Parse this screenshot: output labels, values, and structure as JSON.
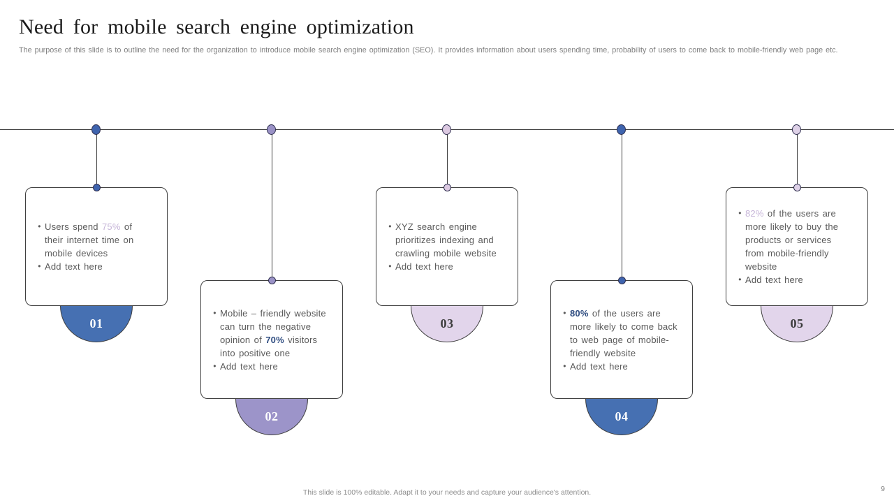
{
  "slide": {
    "title": "Need for mobile search engine optimization",
    "description": "The purpose of this slide is to outline the need for the organization to introduce mobile search engine optimization (SEO). It provides information about users spending time, probability of users to come back to mobile-friendly web page etc.",
    "footer_note": "This slide is 100% editable. Adapt it to your needs and capture your audience's attention.",
    "page_number": "9"
  },
  "colors": {
    "line": "#3f3f3f",
    "body_text": "#595959",
    "muted_text": "#7f7f7f",
    "accent_light_purple": "#c6b5d8",
    "accent_dark_blue": "#2e4c80",
    "blue": "#4670b2",
    "purple": "#9c94c9",
    "lavender": "#e2d5eb"
  },
  "cards": [
    {
      "number": "01",
      "fill": "#4670b2",
      "dot_color": "#3f64ae",
      "number_color": "#ffffff",
      "bullets": [
        {
          "segments": [
            {
              "text": "Users spend "
            },
            {
              "text": "75%"
            },
            {
              "text": " of their internet time on mobile devices"
            }
          ]
        },
        {
          "segments": [
            {
              "text": "Add text here"
            }
          ]
        }
      ]
    },
    {
      "number": "02",
      "fill": "#9c94c9",
      "dot_color": "#9a92c6",
      "number_color": "#ffffff",
      "bullets": [
        {
          "segments": [
            {
              "text": "Mobile – friendly website can turn the negative opinion of "
            },
            {
              "text": "70%"
            },
            {
              "text": " visitors into positive one"
            }
          ]
        },
        {
          "segments": [
            {
              "text": "Add text here"
            }
          ]
        }
      ]
    },
    {
      "number": "03",
      "fill": "#e2d5eb",
      "dot_color": "#dcc9e1",
      "number_color": "#3b3b3b",
      "bullets": [
        {
          "segments": [
            {
              "text": "XYZ search engine prioritizes indexing and crawling mobile website"
            }
          ]
        },
        {
          "segments": [
            {
              "text": "Add text here"
            }
          ]
        }
      ]
    },
    {
      "number": "04",
      "fill": "#4670b2",
      "dot_color": "#3f64ae",
      "number_color": "#ffffff",
      "bullets": [
        {
          "segments": [
            {
              "text": "80%"
            },
            {
              "text": " of the users are more likely to come back to web page of mobile-friendly website"
            }
          ]
        },
        {
          "segments": [
            {
              "text": "Add text here"
            }
          ]
        }
      ]
    },
    {
      "number": "05",
      "fill": "#e2d5eb",
      "dot_color": "#ded1e7",
      "number_color": "#3b3b3b",
      "bullets": [
        {
          "segments": [
            {
              "text": "82%"
            },
            {
              "text": " of the users are more likely to buy the products or services from mobile-friendly website"
            }
          ]
        },
        {
          "segments": [
            {
              "text": "Add text here"
            }
          ]
        }
      ]
    }
  ]
}
